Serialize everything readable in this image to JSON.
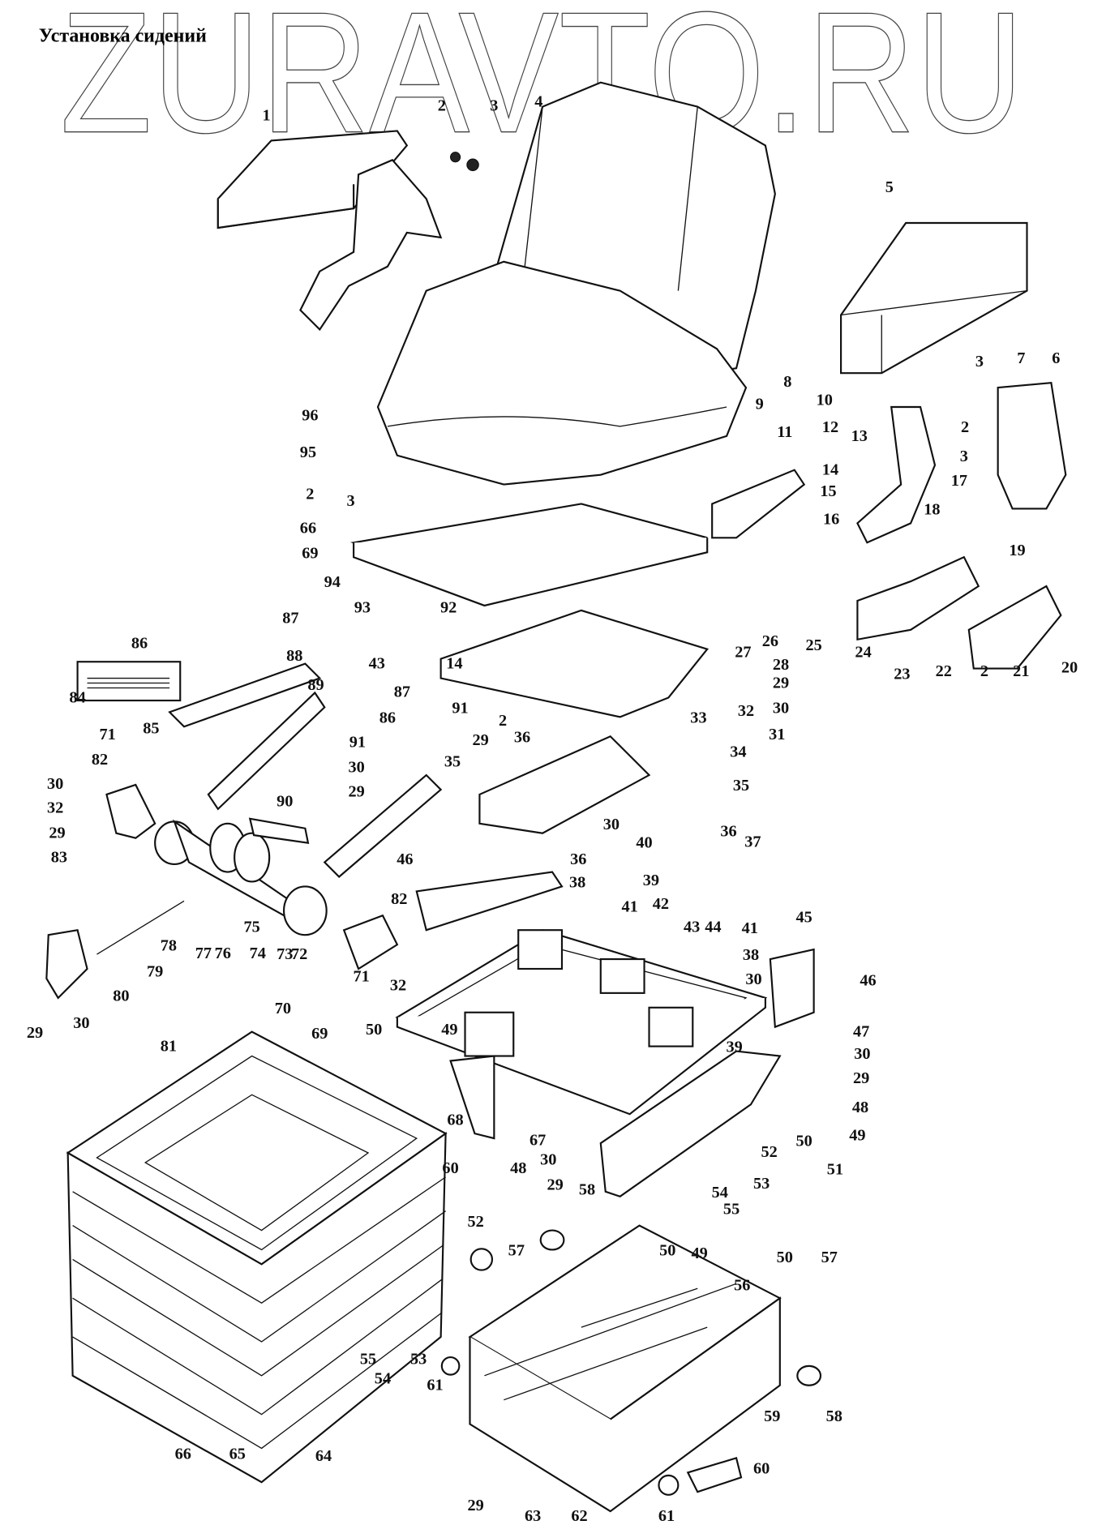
{
  "title": "Установка сидений",
  "watermark": "ZURAVTO.RU",
  "labels": [
    "1",
    "2",
    "3",
    "4",
    "5",
    "3",
    "7",
    "6",
    "2",
    "3",
    "8",
    "9",
    "10",
    "11",
    "12",
    "13",
    "17",
    "14",
    "15",
    "16",
    "18",
    "19",
    "26",
    "25",
    "27",
    "28",
    "29",
    "30",
    "31",
    "32",
    "33",
    "34",
    "35",
    "36",
    "37",
    "24",
    "23",
    "22",
    "2",
    "21",
    "20",
    "96",
    "95",
    "2",
    "3",
    "66",
    "69",
    "94",
    "93",
    "92",
    "43",
    "14",
    "91",
    "2",
    "86",
    "87",
    "88",
    "84",
    "89",
    "85",
    "71",
    "87",
    "86",
    "91",
    "30",
    "29",
    "82",
    "30",
    "32",
    "29",
    "83",
    "90",
    "75",
    "74",
    "76",
    "77",
    "78",
    "79",
    "80",
    "73",
    "72",
    "82",
    "71",
    "32",
    "50",
    "49",
    "29",
    "30",
    "81",
    "70",
    "69",
    "36",
    "29",
    "35",
    "30",
    "40",
    "36",
    "46",
    "38",
    "39",
    "41",
    "42",
    "43",
    "44",
    "41",
    "45",
    "38",
    "30",
    "46",
    "47",
    "30",
    "29",
    "48",
    "49",
    "50",
    "51",
    "52",
    "53",
    "54",
    "55",
    "39",
    "68",
    "60",
    "48",
    "67",
    "30",
    "29",
    "58",
    "52",
    "57",
    "50",
    "49",
    "56",
    "50",
    "57",
    "55",
    "54",
    "53",
    "61",
    "59",
    "58",
    "66",
    "65",
    "64",
    "29",
    "63",
    "62",
    "61",
    "60"
  ]
}
